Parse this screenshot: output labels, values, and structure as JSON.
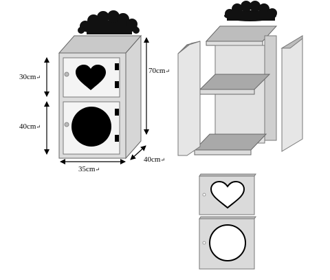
{
  "dimensions": {
    "upper_height": "30cm",
    "lower_height": "40cm",
    "total_height": "70cm",
    "width": "35cm",
    "depth": "40cm",
    "mark": "↵"
  },
  "colors": {
    "panel_front": "#e4e4e4",
    "panel_side": "#cfcfcf",
    "panel_dark": "#9a9a9a",
    "shelf": "#a8a8a8",
    "shape_fill": "#000000",
    "outline": "#555555"
  },
  "icons": [
    "heart-icon",
    "circle-icon",
    "flower-plant-icon",
    "door-knob-icon",
    "hinge-icon",
    "dimension-arrow-icon"
  ]
}
